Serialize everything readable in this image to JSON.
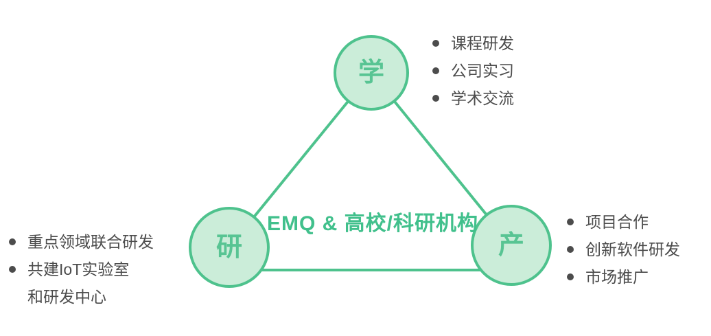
{
  "colors": {
    "background": "#ffffff",
    "line_green": "#4ec28d",
    "circle_fill": "#cbedd9",
    "node_label_green": "#58c493",
    "center_label_green": "#41c08c",
    "list_text": "#4c4c4c"
  },
  "diagram": {
    "center_label": "EMQ & 高校/科研机构",
    "nodes": {
      "top": {
        "label": "学",
        "items": [
          "课程研发",
          "公司实习",
          "学术交流"
        ]
      },
      "left": {
        "label": "研",
        "items": [
          "重点领域联合研发",
          "共建IoT实验室\n和研发中心"
        ]
      },
      "right": {
        "label": "产",
        "items": [
          "项目合作",
          "创新软件研发",
          "市场推广"
        ]
      }
    }
  }
}
